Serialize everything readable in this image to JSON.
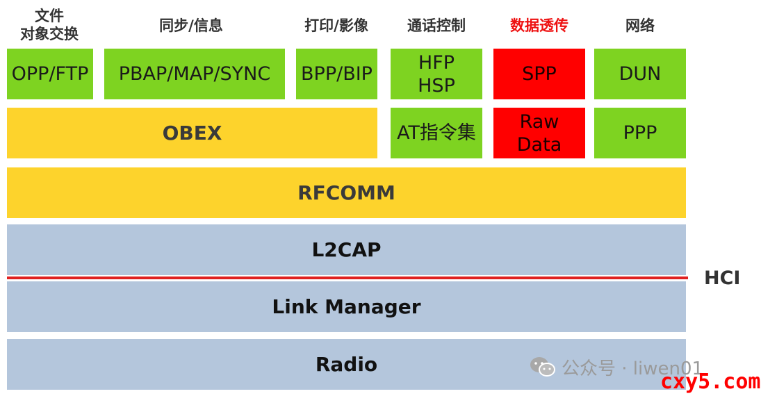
{
  "headers": {
    "file_transfer": "文件\n对象交换",
    "sync": "同步/信息",
    "print": "打印/影像",
    "call": "通话控制",
    "data": "数据透传",
    "network": "网络"
  },
  "profiles": {
    "opp_ftp": "OPP/FTP",
    "pbap_map_sync": "PBAP/MAP/SYNC",
    "bpp_bip": "BPP/BIP",
    "hfp_hsp": "HFP\nHSP",
    "spp": "SPP",
    "dun": "DUN"
  },
  "middle": {
    "obex": "OBEX",
    "at_commands": "AT指令集",
    "raw_data": "Raw\nData",
    "ppp": "PPP"
  },
  "layers": {
    "rfcomm": "RFCOMM",
    "l2cap": "L2CAP",
    "link_manager": "Link Manager",
    "radio": "Radio"
  },
  "hci_label": "HCI",
  "watermark": "公众号 · liwen01",
  "brand": "cxy5.com",
  "colors": {
    "green": "#7ed321",
    "red": "#ff0000",
    "yellow": "#fdd32c",
    "blue": "#b4c6dc",
    "hci_line": "#e02020"
  }
}
